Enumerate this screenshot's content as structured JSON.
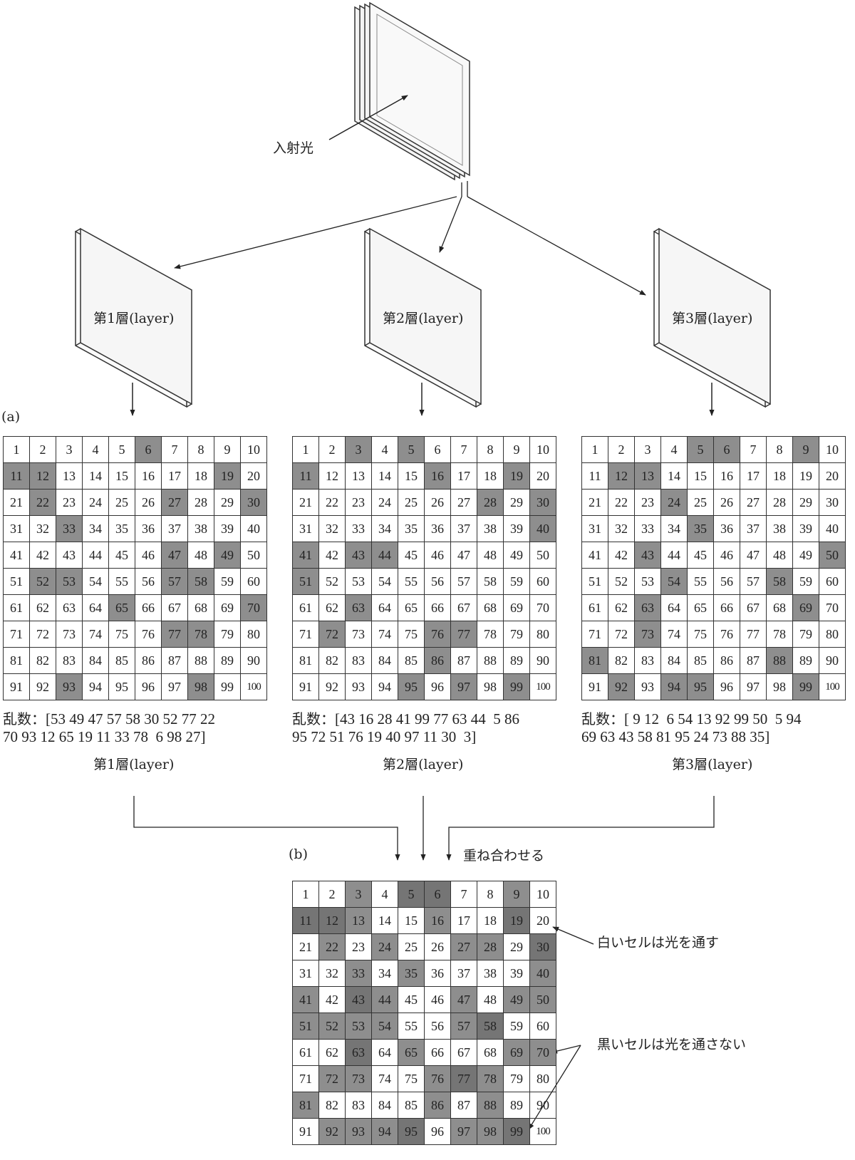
{
  "labels": {
    "incident_light": "入射光",
    "part_a": "(a)",
    "part_b": "(b)",
    "overlay": "重ね合わせる",
    "white_note": "白いセルは光を通す",
    "black_note": "黒いセルは光を通さない"
  },
  "layers": [
    {
      "name": "第1層(layer)",
      "random_prefix": "乱数：",
      "random_line1": "[53 49 47 57 58 30 52 77 22",
      "random_line2": "70 93 12 65 19 11 33 78  6 98 27]",
      "cells": [
        53,
        49,
        47,
        57,
        58,
        30,
        52,
        77,
        22,
        70,
        93,
        12,
        65,
        19,
        11,
        33,
        78,
        6,
        98,
        27
      ]
    },
    {
      "name": "第2層(layer)",
      "random_prefix": "乱数：",
      "random_line1": "[43 16 28 41 99 77 63 44  5 86",
      "random_line2": "95 72 51 76 19 40 97 11 30  3]",
      "cells": [
        43,
        16,
        28,
        41,
        99,
        77,
        63,
        44,
        5,
        86,
        95,
        72,
        51,
        76,
        19,
        40,
        97,
        11,
        30,
        3
      ]
    },
    {
      "name": "第3層(layer)",
      "random_prefix": "乱数：",
      "random_line1": "[ 9 12  6 54 13 92 99 50  5 94",
      "random_line2": "69 63 43 58 81 95 24 73 88 35]",
      "cells": [
        9,
        12,
        6,
        54,
        13,
        92,
        99,
        50,
        5,
        94,
        69,
        63,
        43,
        58,
        81,
        95,
        24,
        73,
        88,
        35
      ]
    }
  ],
  "grid_numbers": [
    1,
    100
  ],
  "colors": {
    "blocked_one": "#8e8e8e",
    "blocked_two": "#757575",
    "blocked_three": "#4a4343",
    "open": "#ffffff",
    "line": "#333333"
  }
}
